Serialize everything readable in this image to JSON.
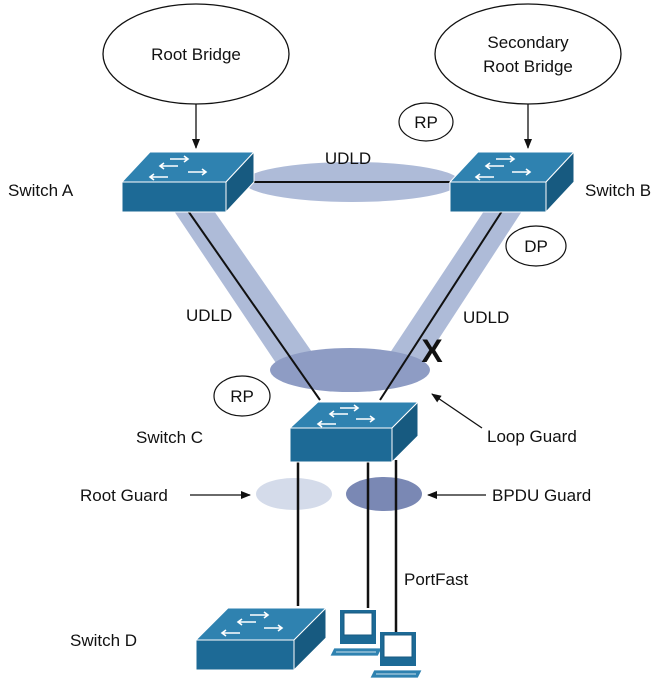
{
  "bubbles": {
    "root_bridge": "Root Bridge",
    "secondary_line1": "Secondary",
    "secondary_line2": "Root Bridge"
  },
  "ports": {
    "rp_b": "RP",
    "dp_b": "DP",
    "rp_c": "RP"
  },
  "switches": {
    "a": "Switch A",
    "b": "Switch B",
    "c": "Switch C",
    "d": "Switch D"
  },
  "links": {
    "udld_top": "UDLD",
    "udld_left": "UDLD",
    "udld_right": "UDLD",
    "blocked_mark": "X"
  },
  "features": {
    "loop_guard": "Loop Guard",
    "root_guard": "Root Guard",
    "bpdu_guard": "BPDU Guard",
    "portfast": "PortFast"
  },
  "colors": {
    "switch_front": "#1d6a96",
    "switch_top": "#2f82b0",
    "udld_band": "#aebbd8",
    "root_guard_ellipse": "#d4dbea",
    "bpdu_guard_ellipse": "#7a88b4"
  }
}
